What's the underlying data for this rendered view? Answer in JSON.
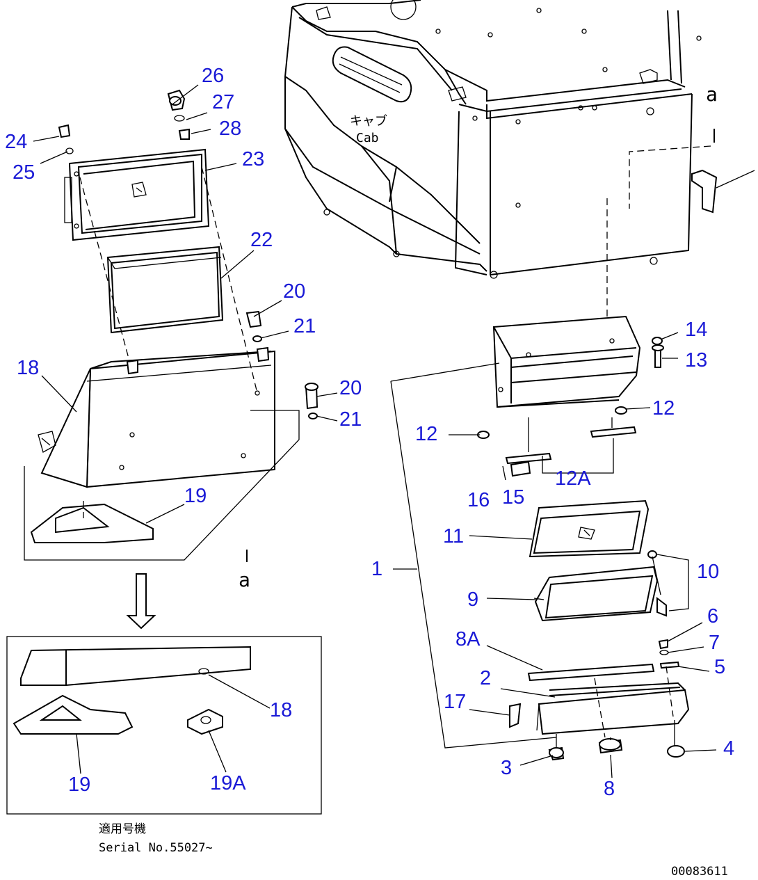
{
  "drawing_id": "00083611",
  "serial_caption_jp": "適用号機",
  "serial_caption": "Serial No.55027~",
  "cab_label_jp": "キャブ",
  "cab_label": "Cab",
  "view_marker": "a",
  "colors": {
    "callout": "#1a1ad6",
    "line": "#000000"
  },
  "callouts": {
    "c1": "1",
    "c2": "2",
    "c3": "3",
    "c4": "4",
    "c5": "5",
    "c6": "6",
    "c7": "7",
    "c8": "8",
    "c8A": "8A",
    "c9": "9",
    "c10": "10",
    "c11": "11",
    "c12a": "12",
    "c12b": "12",
    "c12A": "12A",
    "c13": "13",
    "c14": "14",
    "c15": "15",
    "c16": "16",
    "c17": "17",
    "c18a": "18",
    "c18b": "18",
    "c19a": "19",
    "c19b": "19",
    "c19A": "19A",
    "c20a": "20",
    "c20b": "20",
    "c21a": "21",
    "c21b": "21",
    "c22": "22",
    "c23": "23",
    "c24": "24",
    "c25": "25",
    "c26": "26",
    "c27": "27",
    "c28": "28"
  }
}
